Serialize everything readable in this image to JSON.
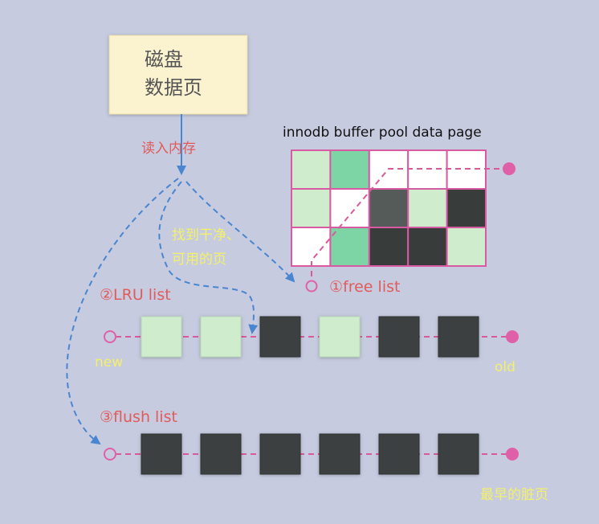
{
  "disk_box": {
    "line1": "磁盘",
    "line2": "数据页"
  },
  "read_label": "读入内存",
  "buffer_pool": {
    "title": "innodb buffer pool data page",
    "grid": [
      [
        "light-green",
        "medium-green",
        "white",
        "white",
        "white"
      ],
      [
        "light-green",
        "white",
        "dark-gray",
        "light-green",
        "black"
      ],
      [
        "white",
        "medium-green",
        "black",
        "black",
        "light-green"
      ]
    ]
  },
  "find_label": {
    "line1": "找到干净、",
    "line2": "可用的页"
  },
  "free_list": {
    "label": "①free list"
  },
  "lru_list": {
    "label": "②LRU list",
    "pages": [
      "clean",
      "clean",
      "dirty",
      "clean",
      "dirty",
      "dirty"
    ],
    "new_label": "new",
    "old_label": "old"
  },
  "flush_list": {
    "label": "③flush list",
    "pages": [
      "dirty",
      "dirty",
      "dirty",
      "dirty",
      "dirty",
      "dirty"
    ],
    "earliest_label": "最早的脏页"
  },
  "colors": {
    "background": "#c6cbe0",
    "disk_box": "#fbf3cf",
    "arrow": "#4a86cf",
    "list_line": "#d85a9a",
    "grid_border": "#d85aa2",
    "label_red": "#e15b5b",
    "label_yellow": "#f3f06a",
    "cell_light_green": "#cfeccd",
    "cell_medium_green": "#7dd5a5",
    "cell_white": "#ffffff",
    "cell_dark_gray": "#555b58",
    "cell_black": "#383c3b",
    "page_clean": "#cfeccd",
    "page_dirty": "#3c403f"
  }
}
